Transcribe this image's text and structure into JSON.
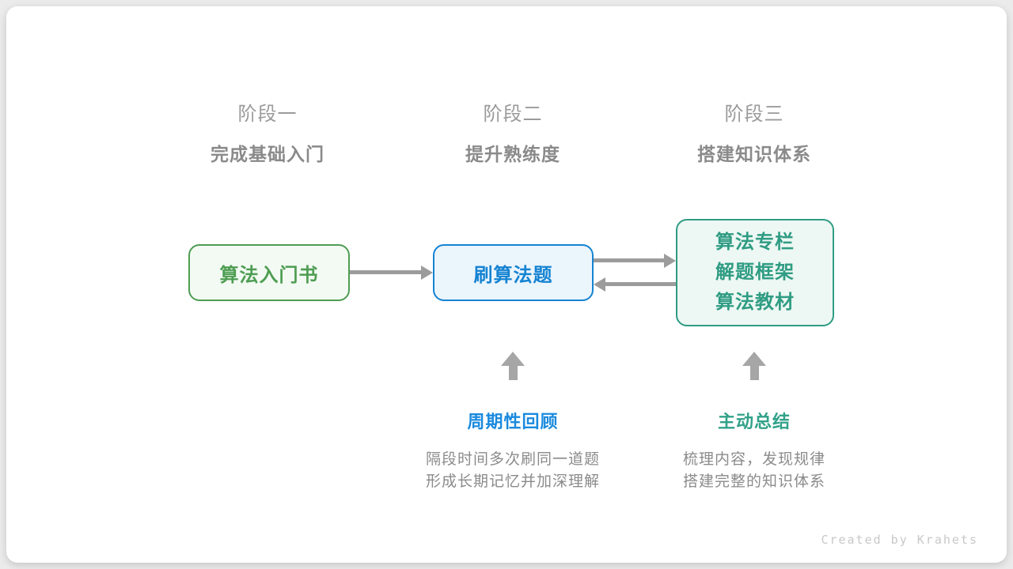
{
  "stages": [
    {
      "label": "阶段一",
      "subtitle": "完成基础入门"
    },
    {
      "label": "阶段二",
      "subtitle": "提升熟练度"
    },
    {
      "label": "阶段三",
      "subtitle": "搭建知识体系"
    }
  ],
  "nodes": [
    {
      "lines": [
        "算法入门书"
      ],
      "color": "#4e9d52",
      "bg": "#f3faf3"
    },
    {
      "lines": [
        "刷算法题"
      ],
      "color": "#1583d2",
      "bg": "#ebf5fc"
    },
    {
      "lines": [
        "算法专栏",
        "解题框架",
        "算法教材"
      ],
      "color": "#2f9c83",
      "bg": "#edf7f3"
    }
  ],
  "arrows": [
    {
      "from": "算法入门书",
      "to": "刷算法题",
      "direction": "right"
    },
    {
      "from": "刷算法题",
      "to": "算法专栏/解题框架/算法教材",
      "direction": "right"
    },
    {
      "from": "算法专栏/解题框架/算法教材",
      "to": "刷算法题",
      "direction": "left"
    }
  ],
  "annotations": [
    {
      "title": "周期性回顾",
      "color": "#1a8ade",
      "desc": [
        "隔段时间多次刷同一道题",
        "形成长期记忆并加深理解"
      ]
    },
    {
      "title": "主动总结",
      "color": "#31a189",
      "desc": [
        "梳理内容，发现规律",
        "搭建完整的知识体系"
      ]
    }
  ],
  "footer": {
    "credit": "Created by Krahets"
  },
  "colors": {
    "page_bg": "#ebebeb",
    "card_bg": "#ffffff",
    "arrow_gray": "#9c9c9c",
    "up_arrow_gray": "#a6a6a6",
    "stage_label_gray": "#9b9b9b",
    "stage_subtitle_gray": "#8a8a8a",
    "desc_gray": "#8b8b8b",
    "footer_gray": "#c8c8c8"
  }
}
